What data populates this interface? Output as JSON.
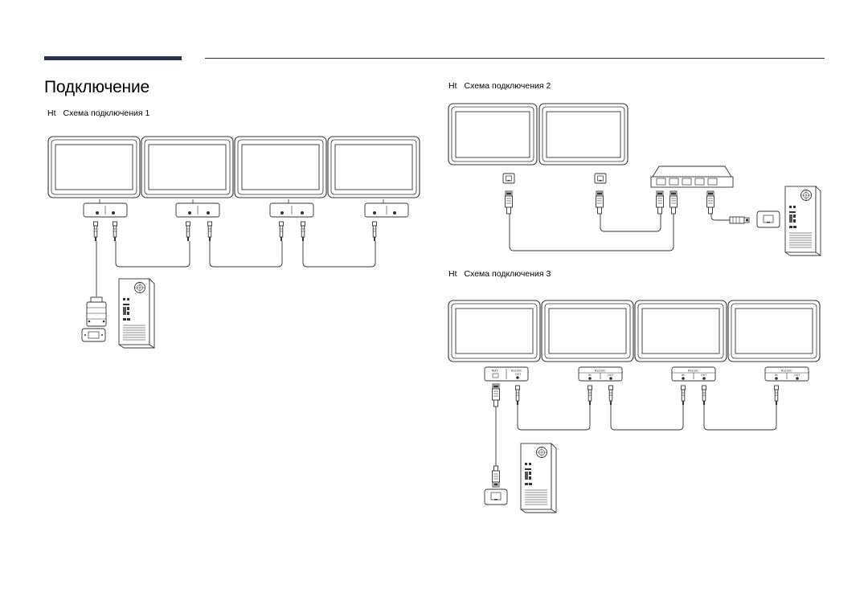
{
  "page": {
    "title": "Подключение"
  },
  "diagrams": [
    {
      "marker": "Ht",
      "label": "Схема подключения 1"
    },
    {
      "marker": "Ht",
      "label": "Схема подключения 2"
    },
    {
      "marker": "Ht",
      "label": "Схема подключения 3"
    }
  ],
  "diagram3_ports": {
    "rj45_label": "RJ45",
    "rs232_label": "RS232C",
    "in_label": "IN",
    "out_label": "OUT"
  },
  "colors": {
    "accent_bar": "#243252",
    "line": "#333333"
  }
}
